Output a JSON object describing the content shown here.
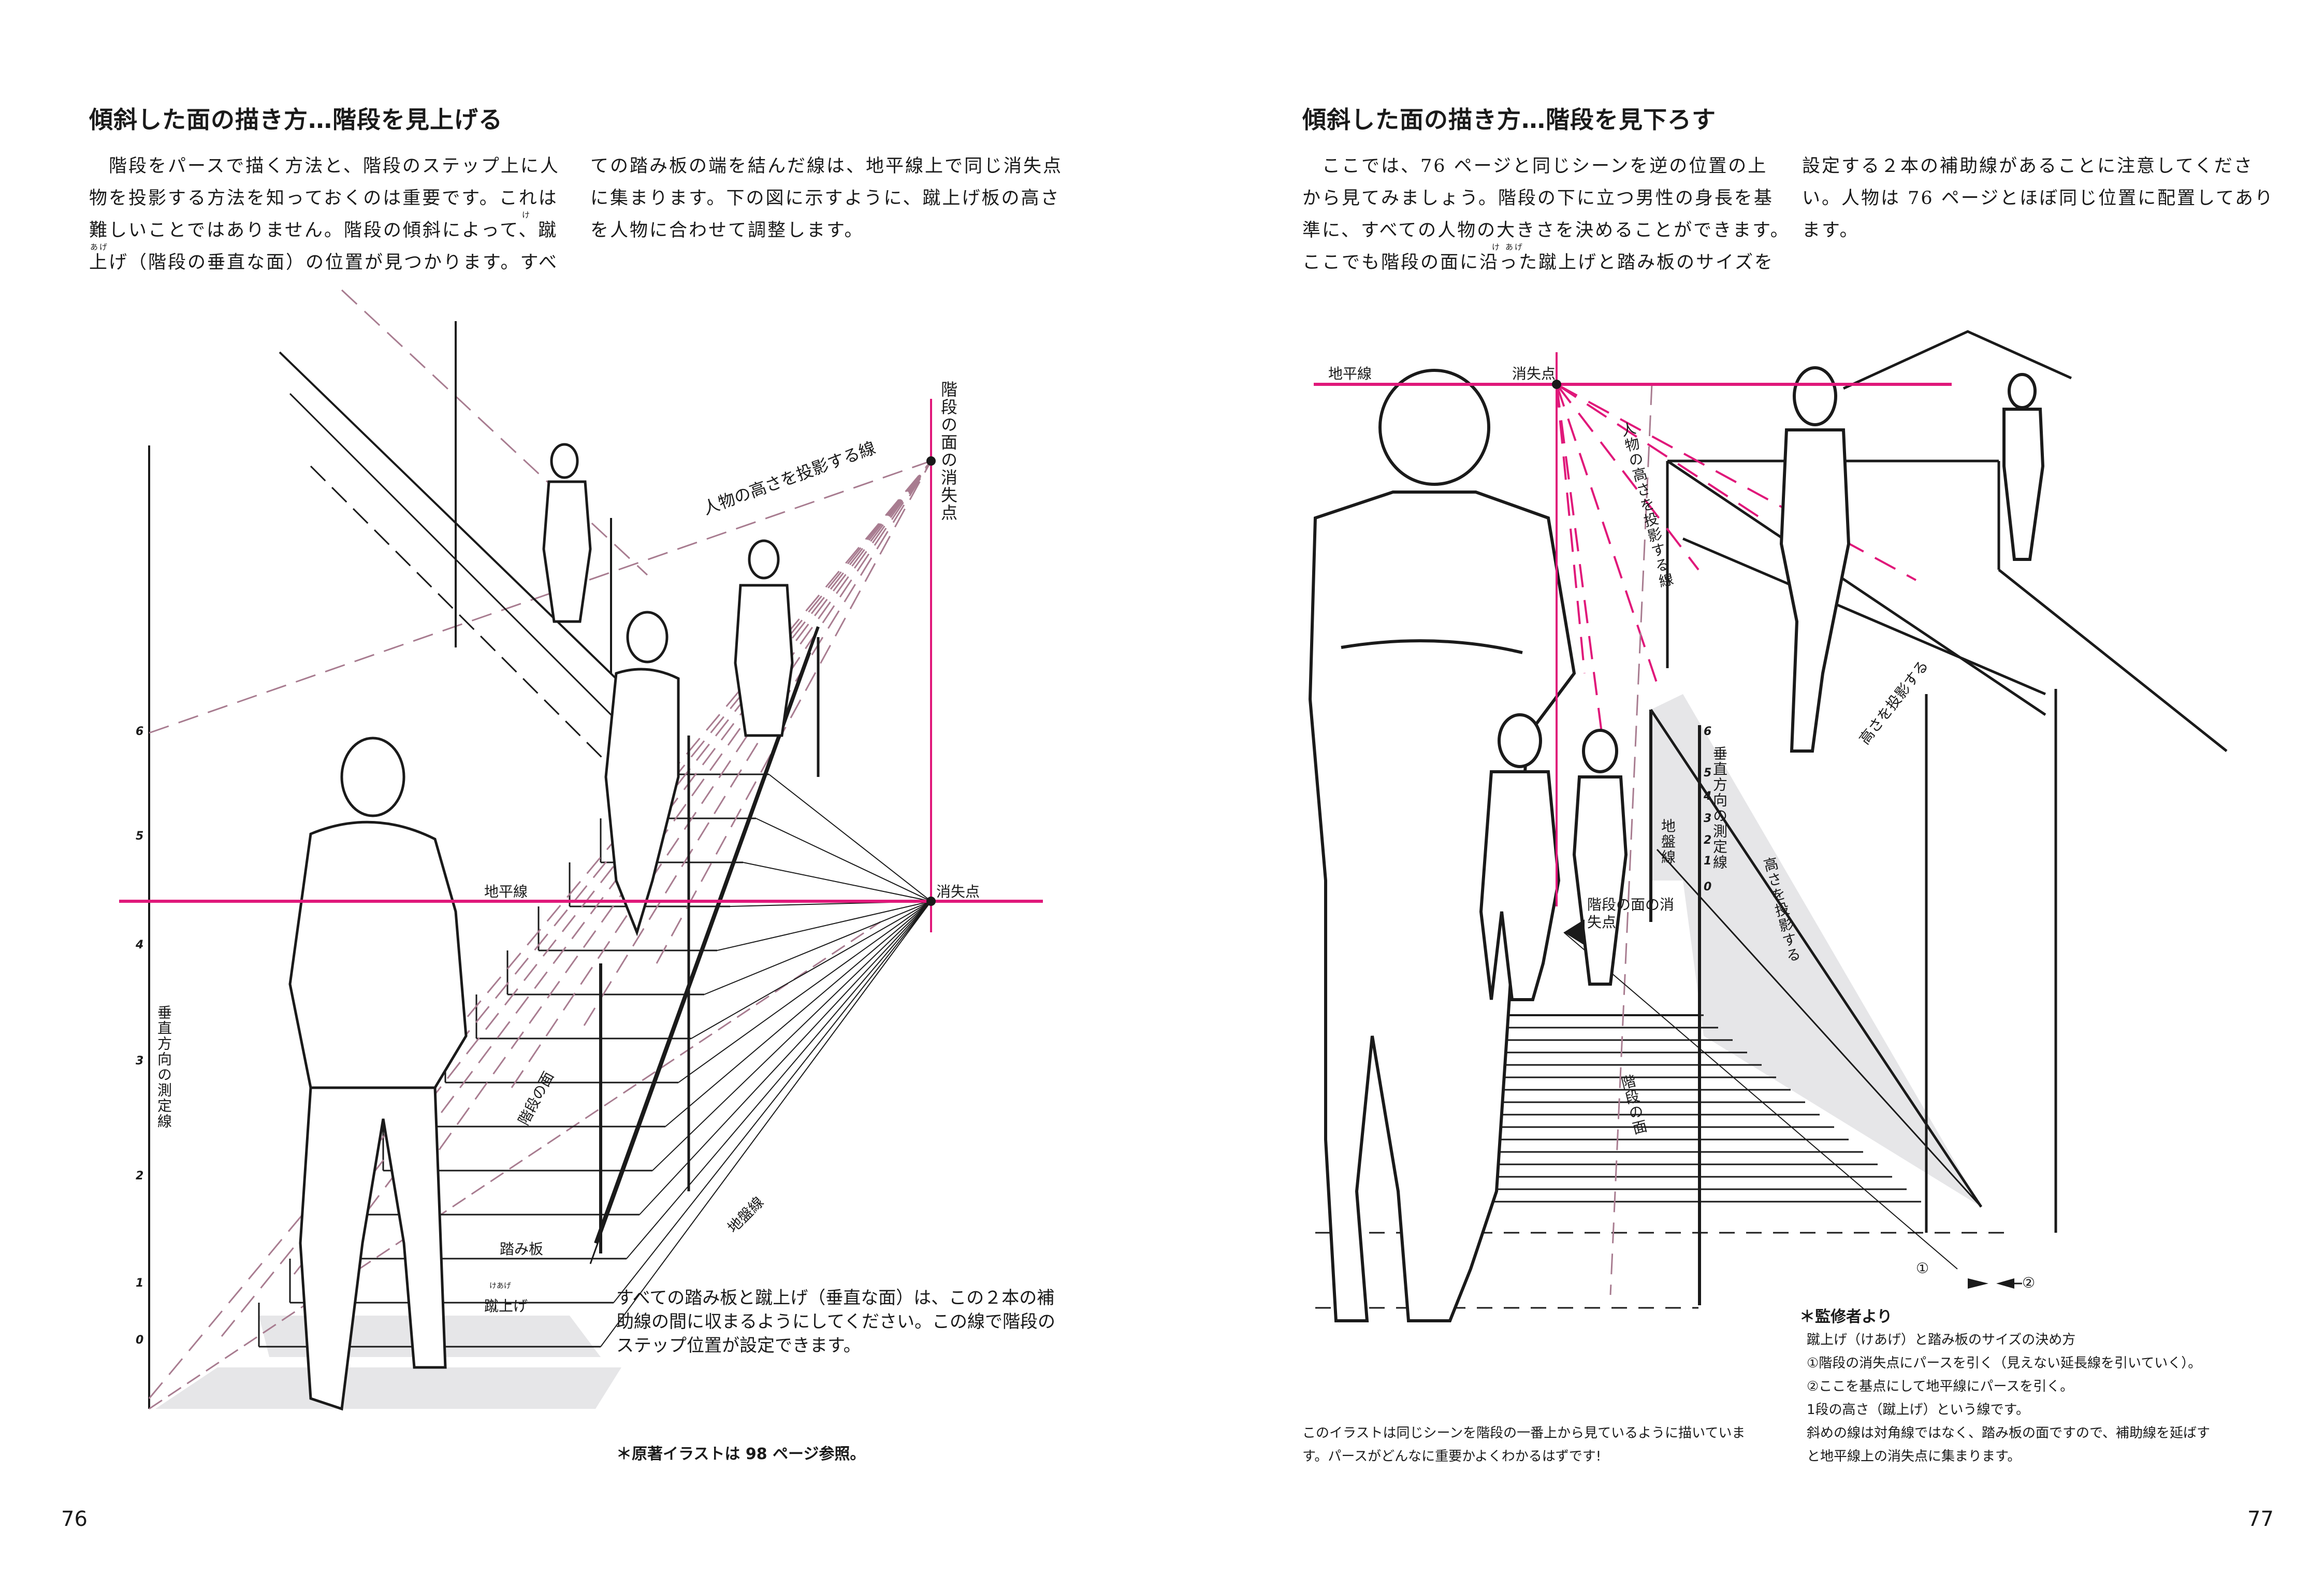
{
  "left_page": {
    "title": "傾斜した面の描き方…階段を見上げる",
    "col1": [
      "　階段をパースで描く方法と、階段のステップ上に人",
      "物を投影する方法を知っておくのは重要です。これは",
      "難しいことではありません。階段の傾斜によって、蹴",
      "上げ（階段の垂直な面）の位置が見つかります。すべ"
    ],
    "col1_ruby": [
      "け",
      "あげ"
    ],
    "col2": [
      "ての踏み板の端を結んだ線は、地平線上で同じ消失点",
      "に集まります。下の図に示すように、蹴上げ板の高さ",
      "を人物に合わせて調整します。"
    ],
    "labels": {
      "stair_vp": "階段の面の消失点",
      "projection": "人物の高さを投影する線",
      "horizon": "地平線",
      "vp": "消失点",
      "stair_plane": "階段の面",
      "ground_line": "地盤線",
      "tread": "踏み板",
      "riser": "蹴上げ",
      "riser_ruby": "けあげ",
      "measure": "垂直方向の測定線"
    },
    "ticks": [
      "6",
      "5",
      "4",
      "3",
      "2",
      "1",
      "0"
    ],
    "annotation": [
      "すべての踏み板と蹴上げ（垂直な面）は、この２本の補",
      "助線の間に収まるようにしてください。この線で階段の",
      "ステップ位置が設定できます。"
    ],
    "footnote": "＊原著イラストは 98 ページ参照。",
    "page_number": "76"
  },
  "right_page": {
    "title": "傾斜した面の描き方…階段を見下ろす",
    "col1": [
      "　ここでは、76 ページと同じシーンを逆の位置の上",
      "から見てみましょう。階段の下に立つ男性の身長を基",
      "準に、すべての人物の大きさを決めることができます。",
      "ここでも階段の面に沿った蹴上げと踏み板のサイズを"
    ],
    "col1_ruby": [
      "け",
      "あげ"
    ],
    "col2": [
      "設定する２本の補助線があることに注意してくださ",
      "い。人物は 76 ページとほぼ同じ位置に配置してあり",
      "ます。"
    ],
    "labels": {
      "horizon": "地平線",
      "vp": "消失点",
      "projection": "人物の高さを投影する線",
      "height_proj_1": "高さを投影する",
      "height_proj_2": "高さを投影する",
      "stair_vp": "階段の面の消失点",
      "measure": "垂直方向の測定線",
      "ground_line": "地盤線",
      "stair_plane": "階段の面",
      "mark1": "①",
      "mark2": "②"
    },
    "ticks": [
      "6",
      "5",
      "4",
      "3",
      "2",
      "1",
      "0"
    ],
    "caption": [
      "このイラストは同じシーンを階段の一番上から見ているように描いていま",
      "す。パースがどんなに重要かよくわかるはずです!"
    ],
    "notes": {
      "heading": "＊監修者より",
      "lines": [
        "蹴上げ（けあげ）と踏み板のサイズの決め方",
        "①階段の消失点にパースを引く（見えない延長線を引いていく）。",
        "②ここを基点にして地平線にパースを引く。",
        "1段の高さ（蹴上げ）という線です。",
        "斜めの線は対角線ではなく、踏み板の面ですので、補助線を延ばす",
        "と地平線上の消失点に集まります。"
      ]
    },
    "page_number": "77"
  },
  "colors": {
    "horizon": "#e0187a",
    "guide": "#a87c90",
    "shade": "#e6e6e8",
    "ink": "#1a1a1a"
  }
}
